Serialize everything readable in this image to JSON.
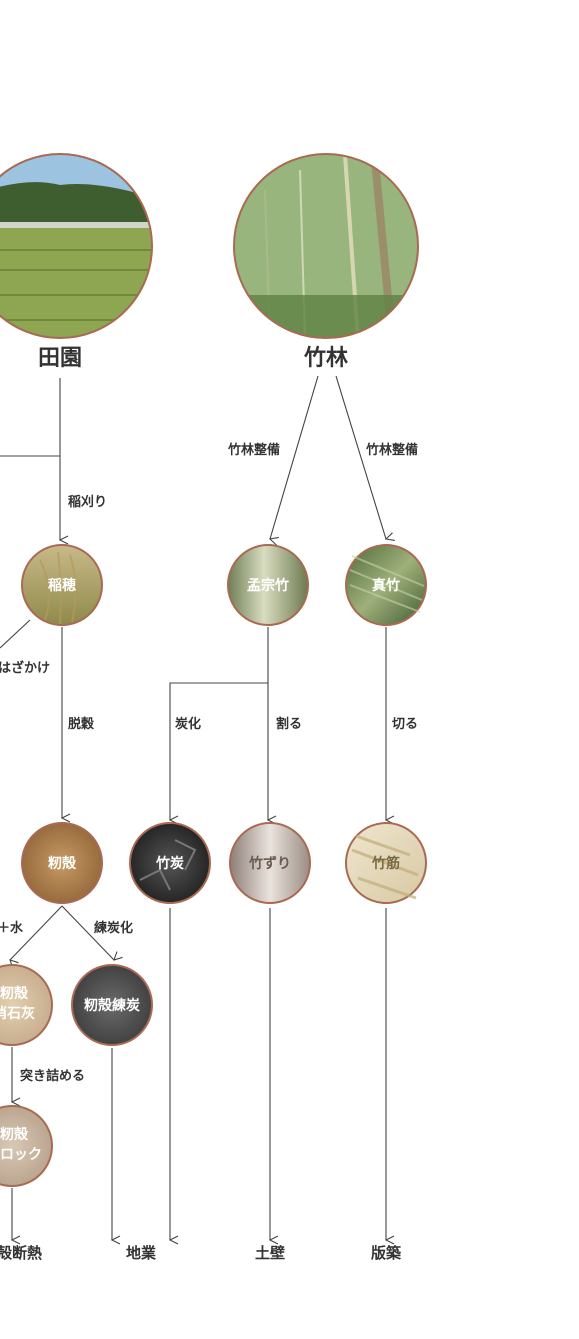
{
  "sources": {
    "field": {
      "label": "田園"
    },
    "bamboo": {
      "label": "竹林"
    }
  },
  "edges": {
    "rice_cut": "稲刈り",
    "bamboo_care_1": "竹林整備",
    "bamboo_care_2": "竹林整備",
    "hazakake": "はざかけ",
    "threshing": "脱穀",
    "carbonize": "炭化",
    "split": "割る",
    "cut": "切る",
    "plus_water": "＋水",
    "char_kneaded": "練炭化",
    "ram": "突き詰める"
  },
  "nodes": {
    "rice_ear": "稲穂",
    "moso": "孟宗竹",
    "madake": "真竹",
    "husk": "籾殻",
    "bamboo_charcoal": "竹炭",
    "bamboo_lath": "竹ずり",
    "bamboo_rebar": "竹筋",
    "husk_lime_1": "籾殻",
    "husk_lime_2": "消石灰",
    "husk_briquette": "籾殻練炭",
    "husk_block_1": "籾殻",
    "husk_block_2": "ブロック"
  },
  "endpoints": {
    "insulation": "籾殻断熱",
    "foundation": "地業",
    "earth_wall": "土壁",
    "rammed": "版築"
  }
}
